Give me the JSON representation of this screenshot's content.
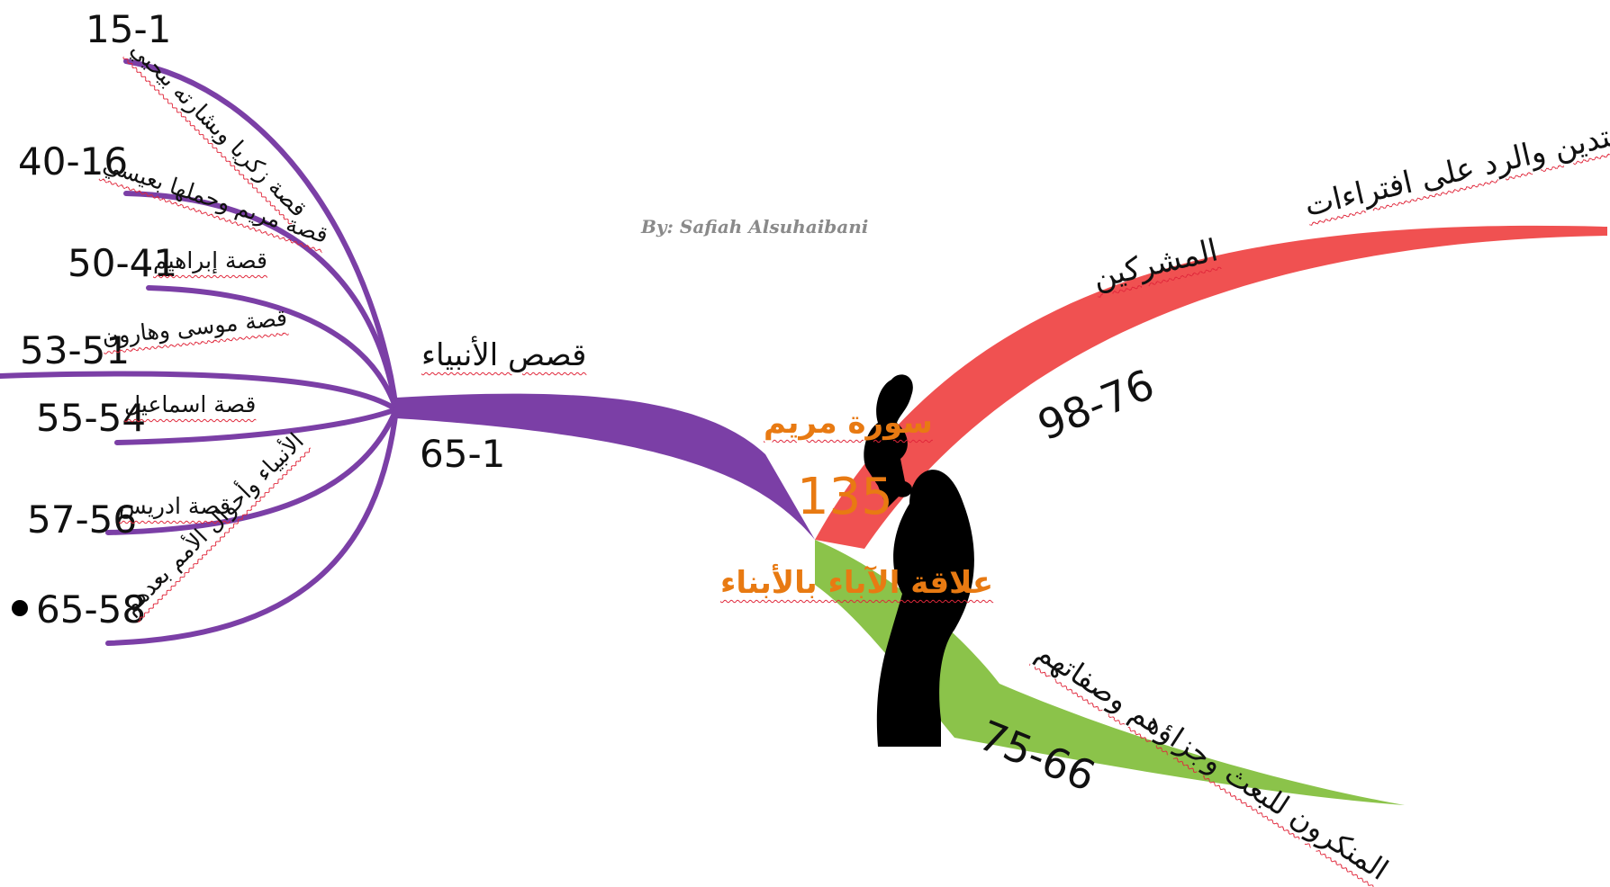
{
  "credit": "By: Safiah Alsuhaibani",
  "center": {
    "title": "سورة مريم",
    "count": "135",
    "theme": "علاقة الآباء بالأبناء"
  },
  "branches": {
    "prophets": {
      "label": "قصص الأنبياء",
      "range": "65-1",
      "color": "#7b3fa6"
    },
    "reward": {
      "label_line1": "جزاء المهتدين والرد على افتراءات",
      "label_line2": "المشركين",
      "range": "98-76",
      "color": "#f05151"
    },
    "deniers": {
      "label_line1": "المنكرون للبعث وجزاؤهم وصفاتهم",
      "range": "75-66",
      "color": "#8bc34a"
    }
  },
  "stories": [
    {
      "label": "قصة زكريا وبشارته بيحيي",
      "range": "15-1"
    },
    {
      "label": "قصة مريم وحملها بعيسي",
      "range": "40-16"
    },
    {
      "label": "قصة إبراهيم",
      "range": "50-41"
    },
    {
      "label": "قصة موسى وهارون",
      "range": "53-51"
    },
    {
      "label": "قصة اسماعيل",
      "range": "55-54"
    },
    {
      "label": "قصة ادريس",
      "range": "57-56"
    },
    {
      "label": "الأنبياء وأحوال الأمم بعدهم",
      "range": "65-58"
    }
  ]
}
